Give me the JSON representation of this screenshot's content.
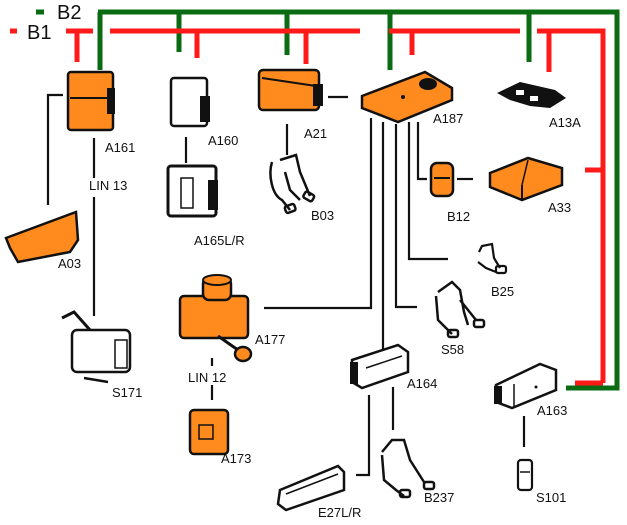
{
  "buses": {
    "b1": {
      "label": "B1",
      "color": "#ff1a1a"
    },
    "b2": {
      "label": "B2",
      "color": "#0a6b12"
    }
  },
  "wire_color": "#111111",
  "component_fill": "#ff8a1e",
  "components": {
    "a161": "A161",
    "a160": "A160",
    "a21": "A21",
    "a187": "A187",
    "a13a": "A13A",
    "a165": "A165L/R",
    "b03": "B03",
    "b12": "B12",
    "a33": "A33",
    "a03": "A03",
    "b25": "B25",
    "a177": "A177",
    "s58": "S58",
    "s171": "S171",
    "a164": "A164",
    "a163": "A163",
    "a173": "A173",
    "b237": "B237",
    "e27": "E27L/R",
    "s101": "S101"
  },
  "lin": {
    "lin13": "LIN 13",
    "lin12": "LIN 12"
  }
}
